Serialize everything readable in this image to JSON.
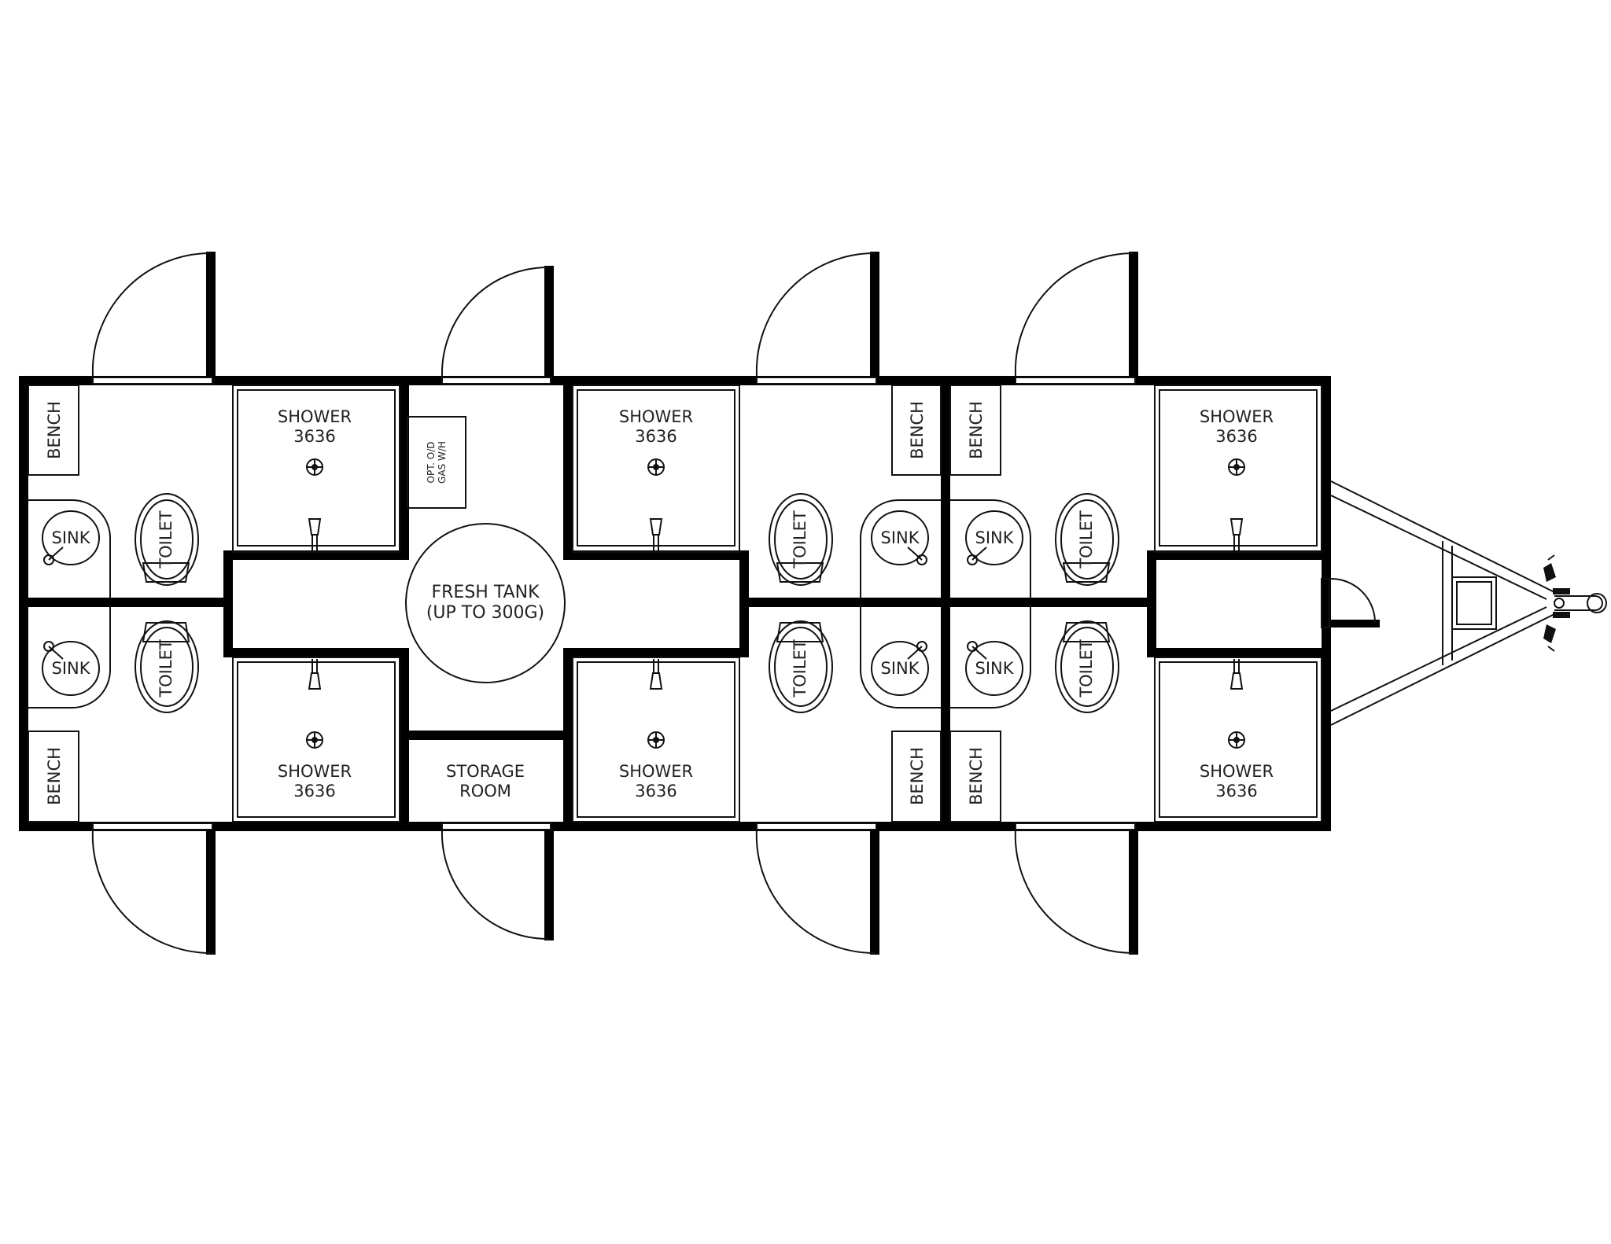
{
  "labels": {
    "bench": "BENCH",
    "sink": "SINK",
    "toilet": "TOILET",
    "shower": "SHOWER",
    "shower_size": "3636",
    "water_heater_line1": "OPT. O/D",
    "water_heater_line2": "GAS W/H",
    "fresh_tank_line1": "FRESH TANK",
    "fresh_tank_line2": "(UP TO 300G)",
    "storage_line1": "STORAGE",
    "storage_line2": "ROOM"
  },
  "colors": {
    "wall": "#000000",
    "line": "#111111",
    "background": "#ffffff"
  },
  "icons": [
    "door-swing-icon",
    "shower-drain-icon",
    "shower-head-icon",
    "faucet-icon",
    "hitch-coupler-icon",
    "jack-icon"
  ]
}
